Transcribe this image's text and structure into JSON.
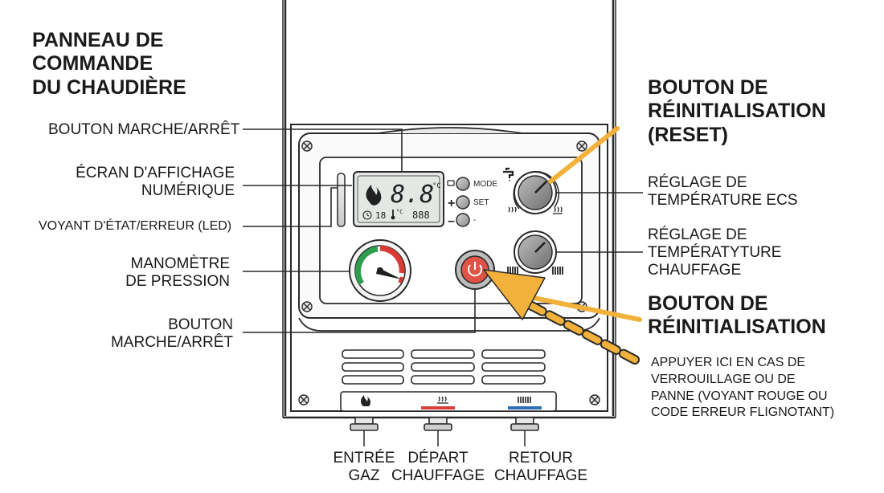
{
  "title": [
    "PANNEAU DE",
    "COMMANDE",
    "DU CHAUDIÈRE"
  ],
  "left_labels": {
    "power_top": "BOUTON MARCHE/ARRÊT",
    "display": [
      "ÉCRAN D'AFFICHAGE",
      "NUMÉRIQUE"
    ],
    "led": "VOYANT D'ÉTAT/ERREUR (LED)",
    "gauge": [
      "MANOMÈTRE",
      "DE PRESSION"
    ],
    "power_bottom": [
      "BOUTON",
      "MARCHE/ARRÊT"
    ]
  },
  "right_labels": {
    "reset_top": [
      "BOUTON DE",
      "RÉINITIALISATION",
      "(RESET)"
    ],
    "dhw": [
      "RÉGLAGE DE",
      "TEMPÉRATURE ECS"
    ],
    "heating": [
      "RÉGLAGE DE",
      "TEMPÉRATYTURE",
      "CHAUFFAGE"
    ],
    "reset_main": [
      "BOUTON DE",
      "RÉINITIALISATION"
    ],
    "note": [
      "APPUYER ICI EN CAS DE",
      "VERROUILLAGE OU DE",
      "PANNE (VOYANT ROUGE OU",
      "CODE ERREUR FLIGNOTANT)"
    ]
  },
  "bottom_labels": {
    "gas": [
      "ENTRÉE",
      "GAZ"
    ],
    "flow": [
      "DÉPART",
      "CHAUFFAGE"
    ],
    "return": [
      "RETOUR",
      "CHAUFFAGE"
    ]
  },
  "panel_buttons": {
    "mode": "MODE",
    "set": "SET",
    "plus": "+",
    "minus": "–",
    "minus_right": "-"
  },
  "lcd": {
    "main_value": "8.8",
    "unit": "°C",
    "small_left": "18",
    "small_unit": "°C",
    "small_right": "888"
  },
  "colors": {
    "outline": "#2a2a2a",
    "arrow": "#f2b13a",
    "reset_red": "#e05347",
    "gauge_green": "#2e9d4e",
    "gauge_red": "#d93a35",
    "flow_red": "#d8413b",
    "return_blue": "#2c6fb8"
  },
  "icons": [
    "flame-icon",
    "thermometer-icon",
    "tap-icon",
    "radiator-icon",
    "power-icon",
    "screw-icon",
    "clock-icon"
  ]
}
